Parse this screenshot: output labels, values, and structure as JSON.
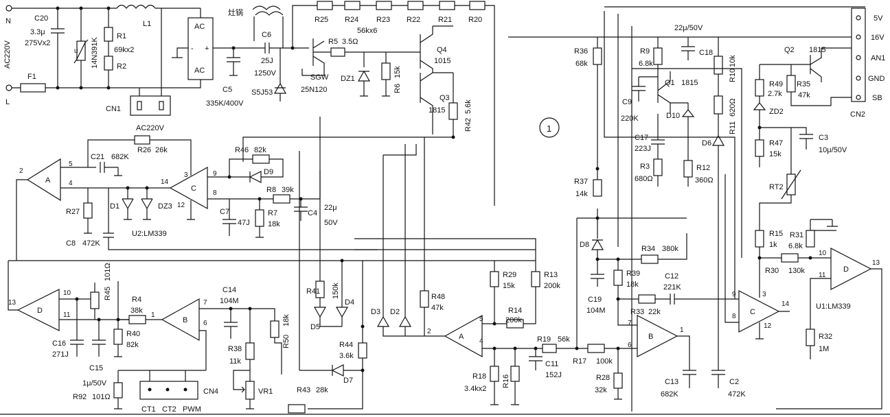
{
  "labels": {
    "n": "N",
    "l": "L",
    "ac220v_left": "AC220V",
    "f1": "F1",
    "c20": "C20",
    "c20_val1": "3.3μ",
    "c20_val2": "275Vx2",
    "varistor": "14N391K",
    "r1": "R1",
    "r1r2_val": "69kx2",
    "r2": "R2",
    "l1": "L1",
    "cn1": "CN1",
    "ac220v_bottom": "AC220V",
    "bridge_ac_top": "AC",
    "bridge_ac_bottom": "AC",
    "bridge_minus": "-",
    "bridge_plus": "+",
    "c5": "C5",
    "c5_val": "335K/400V",
    "coil_label": "灶锅",
    "c6": "C6",
    "c6_val1": "25J",
    "c6_val2": "1250V",
    "s5j53": "S5J53",
    "igbt1": "SGW",
    "igbt2": "25N120",
    "r5": "R5",
    "r5_val": "3.5Ω",
    "r25": "R25",
    "r24": "R24",
    "r23": "R23",
    "r22": "R22",
    "r21": "R21",
    "r20": "R20",
    "r20_25_val": "56kx6",
    "dz1": "DZ1",
    "r6": "R6",
    "r6_val": "15k",
    "q4": "Q4",
    "q4_val": "1015",
    "q3": "Q3",
    "q3_val": "1815",
    "r42": "R42",
    "r42_val": "5.6k",
    "circle_num": "1",
    "r36": "R36",
    "r36_val": "68k",
    "r37": "R37",
    "r37_val": "14k",
    "d8": "D8",
    "c19": "C19",
    "c19_val": "104M",
    "r9": "R9",
    "r9_val": "6.8k",
    "c18_val": "22μ/50V",
    "c18": "C18",
    "q1": "Q1",
    "q1_val": "1815",
    "c9": "C9",
    "c9_val": "220K",
    "d10": "D10",
    "c17": "C17",
    "c17_val": "223J",
    "r3": "R3",
    "r3_val": "680Ω",
    "r10": "R10",
    "r10_val": "10k",
    "r11": "R11",
    "r11_val": "620Ω",
    "d6": "D6",
    "r12": "R12",
    "r12_val": "360Ω",
    "q2": "Q2",
    "q2_val": "1815",
    "r49": "R49",
    "r49_val": "2.7k",
    "r35": "R35",
    "r35_val": "47k",
    "zd2": "ZD2",
    "r47": "R47",
    "r47_val": "15k",
    "c3": "C3",
    "c3_val": "10μ/50V",
    "rt2": "RT2",
    "cn2_5v": "5V",
    "cn2_16v": "16V",
    "cn2_an1": "AN1",
    "cn2_gnd": "GND",
    "cn2_sb": "SB",
    "cn2": "CN2",
    "c21": "C21",
    "c21_val": "682K",
    "r26": "R26",
    "r26_val": "26k",
    "opA_top": "A",
    "r27": "R27",
    "d1": "D1",
    "dz3": "DZ3",
    "c8": "C8",
    "c8_val": "472K",
    "u2": "U2:LM339",
    "opC_top": "C",
    "r46": "R46",
    "r46_val": "82k",
    "d9": "D9",
    "r8": "R8",
    "r8_val": "39k",
    "c7": "C7",
    "c7_val": "47J",
    "r7": "R7",
    "r7_val": "18k",
    "c4": "C4",
    "c4_val1": "22μ",
    "c4_val2": "50V",
    "opD_left": "D",
    "r45": "R45",
    "r45_val": "101Ω",
    "c16": "C16",
    "c16_val": "271J",
    "c15": "C15",
    "c15_val": "1μ/50V",
    "r92": "R92",
    "r92_val": "101Ω",
    "r4": "R4",
    "r4_val": "38k",
    "r40": "R40",
    "r40_val": "82k",
    "opB_left": "B",
    "c14": "C14",
    "c14_val": "104M",
    "r50": "R50",
    "r50_val": "18k",
    "r38": "R38",
    "r38_val": "11k",
    "vr1": "VR1",
    "cn4": "CN4",
    "ct1": "CT1",
    "ct2": "CT2",
    "pwm": "PWM",
    "r41": "R41",
    "r41_val": "150k",
    "d4": "D4",
    "d5": "D5",
    "r44": "R44",
    "r44_val": "3.6k",
    "d7": "D7",
    "r43": "R43",
    "r43_val": "28k",
    "d3": "D3",
    "d2": "D2",
    "r48": "R48",
    "r48_val": "47k",
    "opA_mid": "A",
    "r29": "R29",
    "r29_val": "15k",
    "r13": "R13",
    "r13_val": "200k",
    "r14": "R14",
    "r14_val": "200k",
    "r19": "R19",
    "r19_val": "56k",
    "r18": "R18",
    "r18_val": "3.4kx2",
    "r16": "R16",
    "c11": "C11",
    "c11_val": "152J",
    "r17": "R17",
    "r17_val": "100k",
    "r28": "R28",
    "r28_val": "32k",
    "opB_mid": "B",
    "r34": "R34",
    "r34_val": "380k",
    "r39": "R39",
    "r39_val": "18k",
    "c12": "C12",
    "c12_val": "221K",
    "r33": "R33",
    "r33_val": "22k",
    "c13": "C13",
    "c13_val": "682K",
    "c2": "C2",
    "c2_val": "472K",
    "opC_right": "C",
    "r15": "R15",
    "r15_val": "1k",
    "r31": "R31",
    "r31_val": "6.8k",
    "r30": "R30",
    "r30_val": "130k",
    "opD_right": "D",
    "u1": "U1:LM339",
    "r32": "R32",
    "r32_val": "1M"
  },
  "pins": {
    "a_left_out": "2",
    "a_left_in5": "5",
    "a_left_in4": "4",
    "c_left_in9": "9",
    "c_left_in8": "8",
    "c_left_out": "14",
    "c_left_vcc": "3",
    "c_left_gnd": "12",
    "d_left_out": "13",
    "d_left_in10": "10",
    "d_left_in11": "11",
    "b_left_in7": "7",
    "b_left_in6": "6",
    "b_left_out": "1",
    "a_mid_out": "2",
    "a_mid_in5": "5",
    "a_mid_in4": "4",
    "b_mid_in7": "7",
    "b_mid_in6": "6",
    "b_mid_out": "1",
    "c_right_in9": "9",
    "c_right_in8": "8",
    "c_right_out": "14",
    "c_right_vcc": "3",
    "c_right_gnd": "12",
    "d_right_in10": "10",
    "d_right_in11": "11",
    "d_right_out": "13"
  }
}
